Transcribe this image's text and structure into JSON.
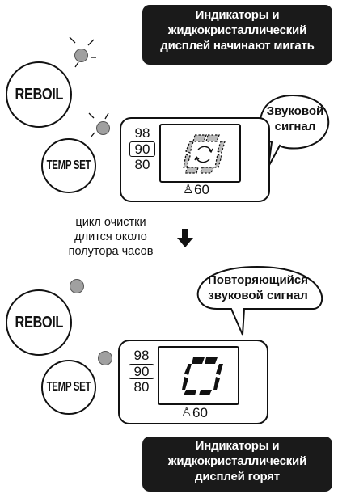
{
  "top": {
    "notice_lines": [
      "Индикаторы и",
      "жидкокристаллический",
      "дисплей начинают мигать"
    ],
    "bubble_lines": [
      "Звуковой",
      "сигнал"
    ],
    "reboil_label": "REBOIL",
    "tempset_label": "TEMP SET",
    "temps": [
      "98",
      "90",
      "80"
    ],
    "cup_value": "60",
    "led_state": "blinking"
  },
  "middle": {
    "caption_lines": [
      "цикл очистки",
      "длится около",
      "полутора часов"
    ]
  },
  "bottom": {
    "bubble_lines": [
      "Повторяющийся",
      "звуковой сигнал"
    ],
    "reboil_label": "REBOIL",
    "tempset_label": "TEMP SET",
    "temps": [
      "98",
      "90",
      "80"
    ],
    "cup_value": "60",
    "notice_lines": [
      "Индикаторы и",
      "жидкокристаллический",
      "дисплей горят"
    ],
    "led_state": "lit"
  },
  "colors": {
    "dark": "#1a1a1a",
    "led": "#a0a0a0",
    "dashed": "#9a9a9a"
  }
}
